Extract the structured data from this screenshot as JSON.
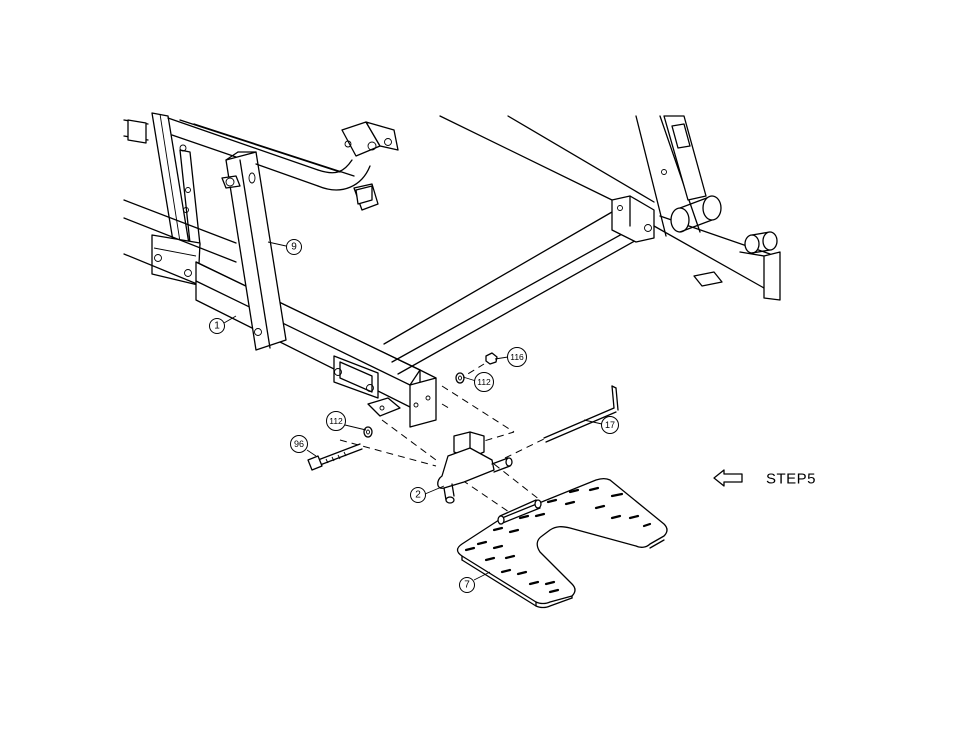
{
  "step": {
    "label": "STEP5",
    "arrow_icon": "hollow-left-arrow"
  },
  "callouts": [
    {
      "id": "frame",
      "number": "1"
    },
    {
      "id": "upright",
      "number": "9"
    },
    {
      "id": "nut",
      "number": "116"
    },
    {
      "id": "washer-upper",
      "number": "112"
    },
    {
      "id": "washer-lower",
      "number": "112"
    },
    {
      "id": "bolt",
      "number": "96"
    },
    {
      "id": "bracket",
      "number": "2"
    },
    {
      "id": "pin",
      "number": "17"
    },
    {
      "id": "footplate",
      "number": "7"
    }
  ]
}
